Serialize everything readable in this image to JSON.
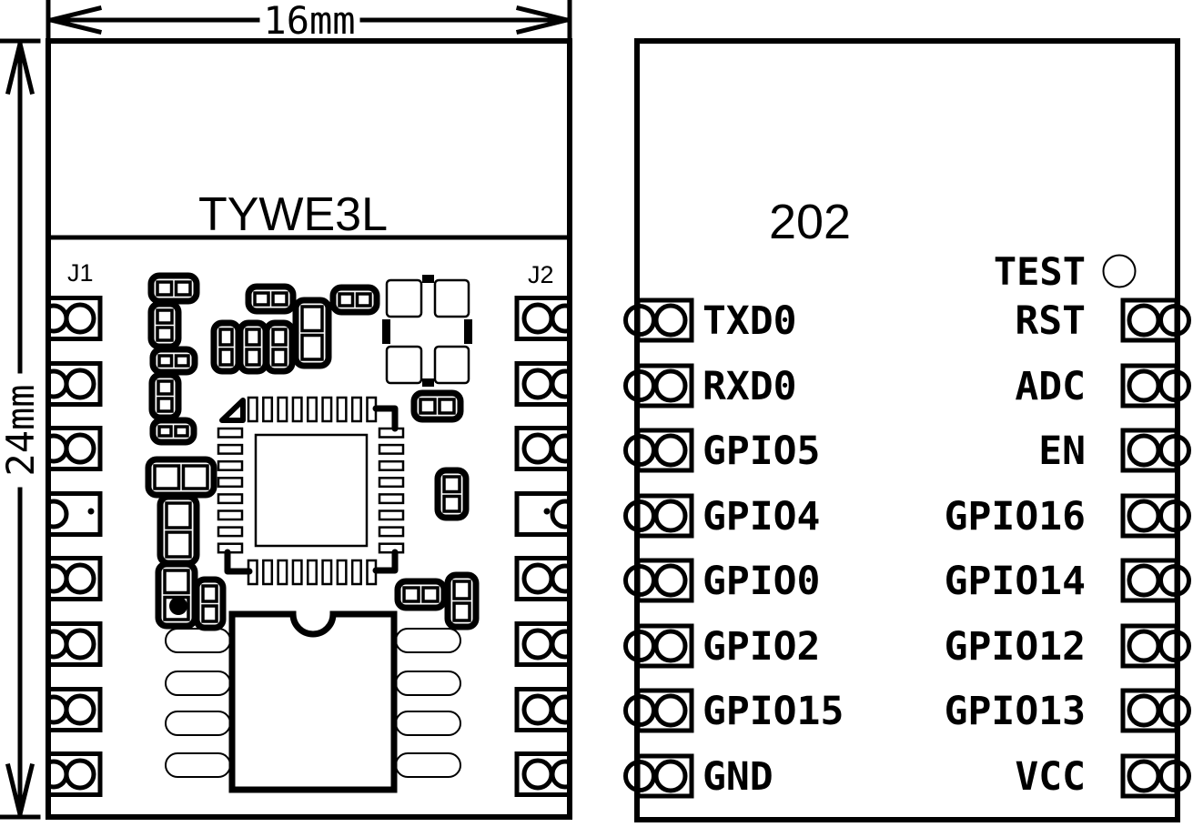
{
  "colors": {
    "ink": "#000000",
    "background": "#ffffff"
  },
  "dimensions": {
    "width_label": "16mm",
    "height_label": "24mm"
  },
  "module": {
    "name": "TYWE3L",
    "left_connector": "J1",
    "right_connector": "J2"
  },
  "pinout": {
    "board_number": "202",
    "test_label": "TEST",
    "left_pins": [
      {
        "label": "TXD0"
      },
      {
        "label": "RXD0"
      },
      {
        "label": "GPIO5"
      },
      {
        "label": "GPIO4"
      },
      {
        "label": "GPIO0"
      },
      {
        "label": "GPIO2"
      },
      {
        "label": "GPIO15"
      },
      {
        "label": "GND"
      }
    ],
    "right_pins": [
      {
        "label": "RST"
      },
      {
        "label": "ADC"
      },
      {
        "label": "EN"
      },
      {
        "label": "GPIO16"
      },
      {
        "label": "GPIO14"
      },
      {
        "label": "GPIO12"
      },
      {
        "label": "GPIO13"
      },
      {
        "label": "VCC"
      }
    ]
  }
}
